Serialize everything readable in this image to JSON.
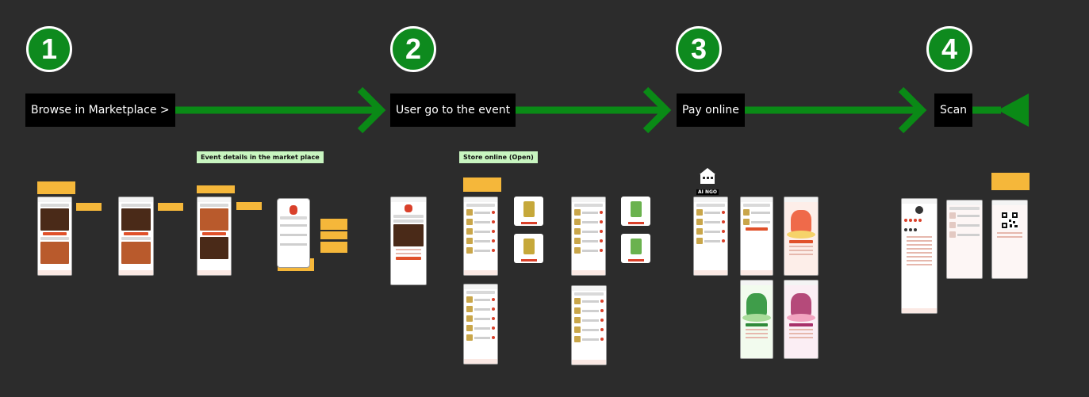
{
  "steps": [
    {
      "number": "1",
      "label": "Browse in Marketplace >"
    },
    {
      "number": "2",
      "label": "User go to the event"
    },
    {
      "number": "3",
      "label": "Pay online"
    },
    {
      "number": "4",
      "label": "Scan"
    }
  ],
  "sections": {
    "event_details": "Event details in the market place",
    "store_online": "Store online (Open)"
  },
  "logo": {
    "text": "AI NGO"
  },
  "colors": {
    "background": "#2c2c2c",
    "step_green": "#0e8a1e",
    "arrow_green": "#0a8a16",
    "label_bg": "#000000",
    "note_yellow": "#f5b73a",
    "tag_green": "#c8f5c0",
    "accent_red": "#d9402a"
  }
}
